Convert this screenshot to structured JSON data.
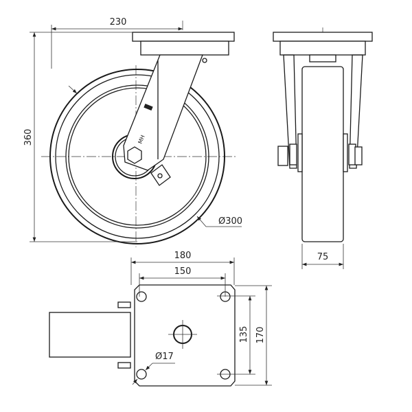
{
  "drawing": {
    "title": "Swivel castor technical drawing",
    "dimensions": {
      "overall_width": "230",
      "overall_height": "360",
      "wheel_diameter": "Ø300",
      "wheel_width": "75",
      "plate_width": "180",
      "hole_spacing_x": "150",
      "hole_spacing_y": "135",
      "plate_length": "170",
      "hole_diameter": "Ø17"
    },
    "colors": {
      "line": "#1a1a1a",
      "background": "#ffffff"
    }
  }
}
